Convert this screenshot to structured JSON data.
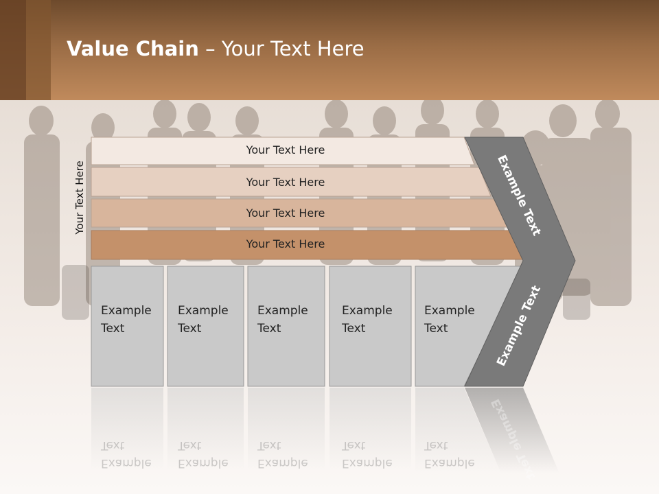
{
  "slide": {
    "title_bold": "Value Chain",
    "title_rest": " – Your Text Here",
    "side_label": "Your Text Here"
  },
  "bands": [
    {
      "label": "Your Text Here",
      "color": "#f3e9e2"
    },
    {
      "label": "Your Text Here",
      "color": "#e6d0c1"
    },
    {
      "label": "Your Text Here",
      "color": "#d8b59c"
    },
    {
      "label": "Your Text Here",
      "color": "#c4916a"
    }
  ],
  "columns": [
    {
      "line1": "Example",
      "line2": "Text"
    },
    {
      "line1": "Example",
      "line2": "Text"
    },
    {
      "line1": "Example",
      "line2": "Text"
    },
    {
      "line1": "Example",
      "line2": "Text"
    },
    {
      "line1": "Example",
      "line2": "Text"
    }
  ],
  "chevron": {
    "upper_label": "Example Text",
    "lower_label": "Example Text",
    "color": "#7a7a7a"
  },
  "colors": {
    "header": "#9a6c45",
    "box_fill": "#c9c9c9",
    "box_stroke": "#999999"
  }
}
